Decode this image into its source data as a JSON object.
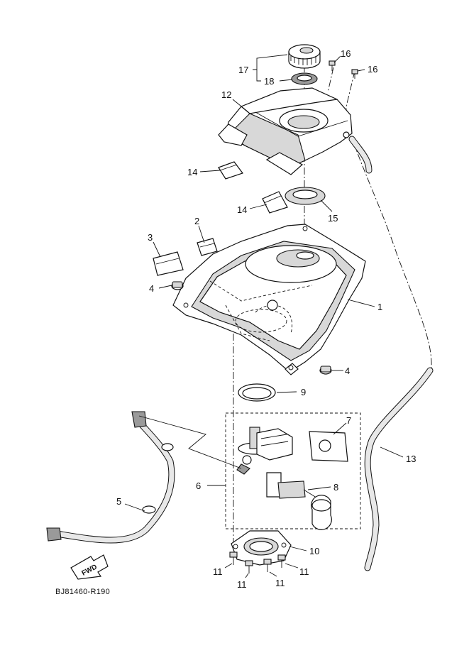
{
  "diagram": {
    "code": "BJ81460-R190",
    "fwd_label": "FWD",
    "callouts": {
      "c1": "1",
      "c2": "2",
      "c3": "3",
      "c4a": "4",
      "c4b": "4",
      "c5": "5",
      "c6": "6",
      "c7": "7",
      "c8": "8",
      "c9": "9",
      "c10": "10",
      "c11a": "11",
      "c11b": "11",
      "c11c": "11",
      "c11d": "11",
      "c12": "12",
      "c13": "13",
      "c14a": "14",
      "c14b": "14",
      "c15": "15",
      "c16a": "16",
      "c16b": "16",
      "c17": "17",
      "c18": "18"
    }
  }
}
